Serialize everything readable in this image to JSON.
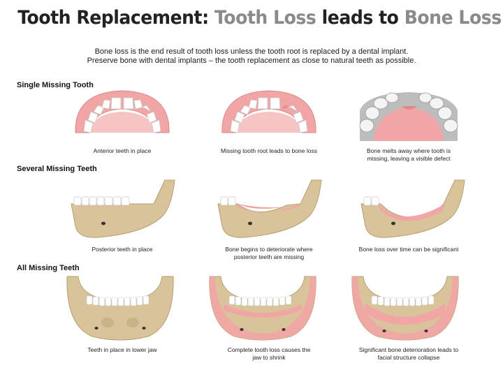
{
  "title": {
    "part1": "Tooth Replacement:",
    "part2": "Tooth Loss",
    "part3": "leads to",
    "part4": "Bone Loss"
  },
  "intro": {
    "line1": "Bone loss is the end result of tooth loss unless the tooth root is replaced by a dental implant.",
    "line2": "Preserve bone with dental implants – the tooth replacement as close to natural teeth as possible."
  },
  "sections": [
    {
      "heading": "Single Missing Tooth",
      "captions": [
        [
          "Anterior teeth in place"
        ],
        [
          "Missing tooth root leads to bone loss"
        ],
        [
          "Bone melts away where tooth is",
          "missing, leaving a visible defect"
        ]
      ]
    },
    {
      "heading": "Several Missing Teeth",
      "captions": [
        [
          "Posterior teeth in place"
        ],
        [
          "Bone begins to deteriorate where",
          "posterior teeth are missing"
        ],
        [
          "Bone loss over time can be significant"
        ]
      ]
    },
    {
      "heading": "All Missing Teeth",
      "captions": [
        [
          "Teeth in place in lower jaw"
        ],
        [
          "Complete tooth loss causes the",
          "jaw to shrink"
        ],
        [
          "Significant bone deterioration leads to",
          "facial structure collapse"
        ]
      ]
    }
  ],
  "colors": {
    "title_dark": "#222222",
    "title_gray": "#8a8a8a",
    "gum": "#f2a5a5",
    "bone": "#d8c39a",
    "tooth": "#ffffff"
  }
}
